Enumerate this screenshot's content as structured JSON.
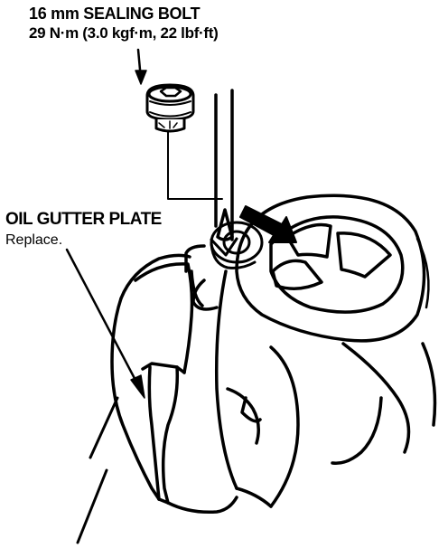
{
  "callouts": {
    "sealing_bolt": {
      "title": "16 mm SEALING BOLT",
      "torque": "29 N·m (3.0 kgf·m, 22 lbf·ft)"
    },
    "oil_gutter_plate": {
      "title": "OIL GUTTER PLATE",
      "note": "Replace."
    }
  },
  "colors": {
    "ink": "#000000",
    "paper": "#ffffff"
  }
}
